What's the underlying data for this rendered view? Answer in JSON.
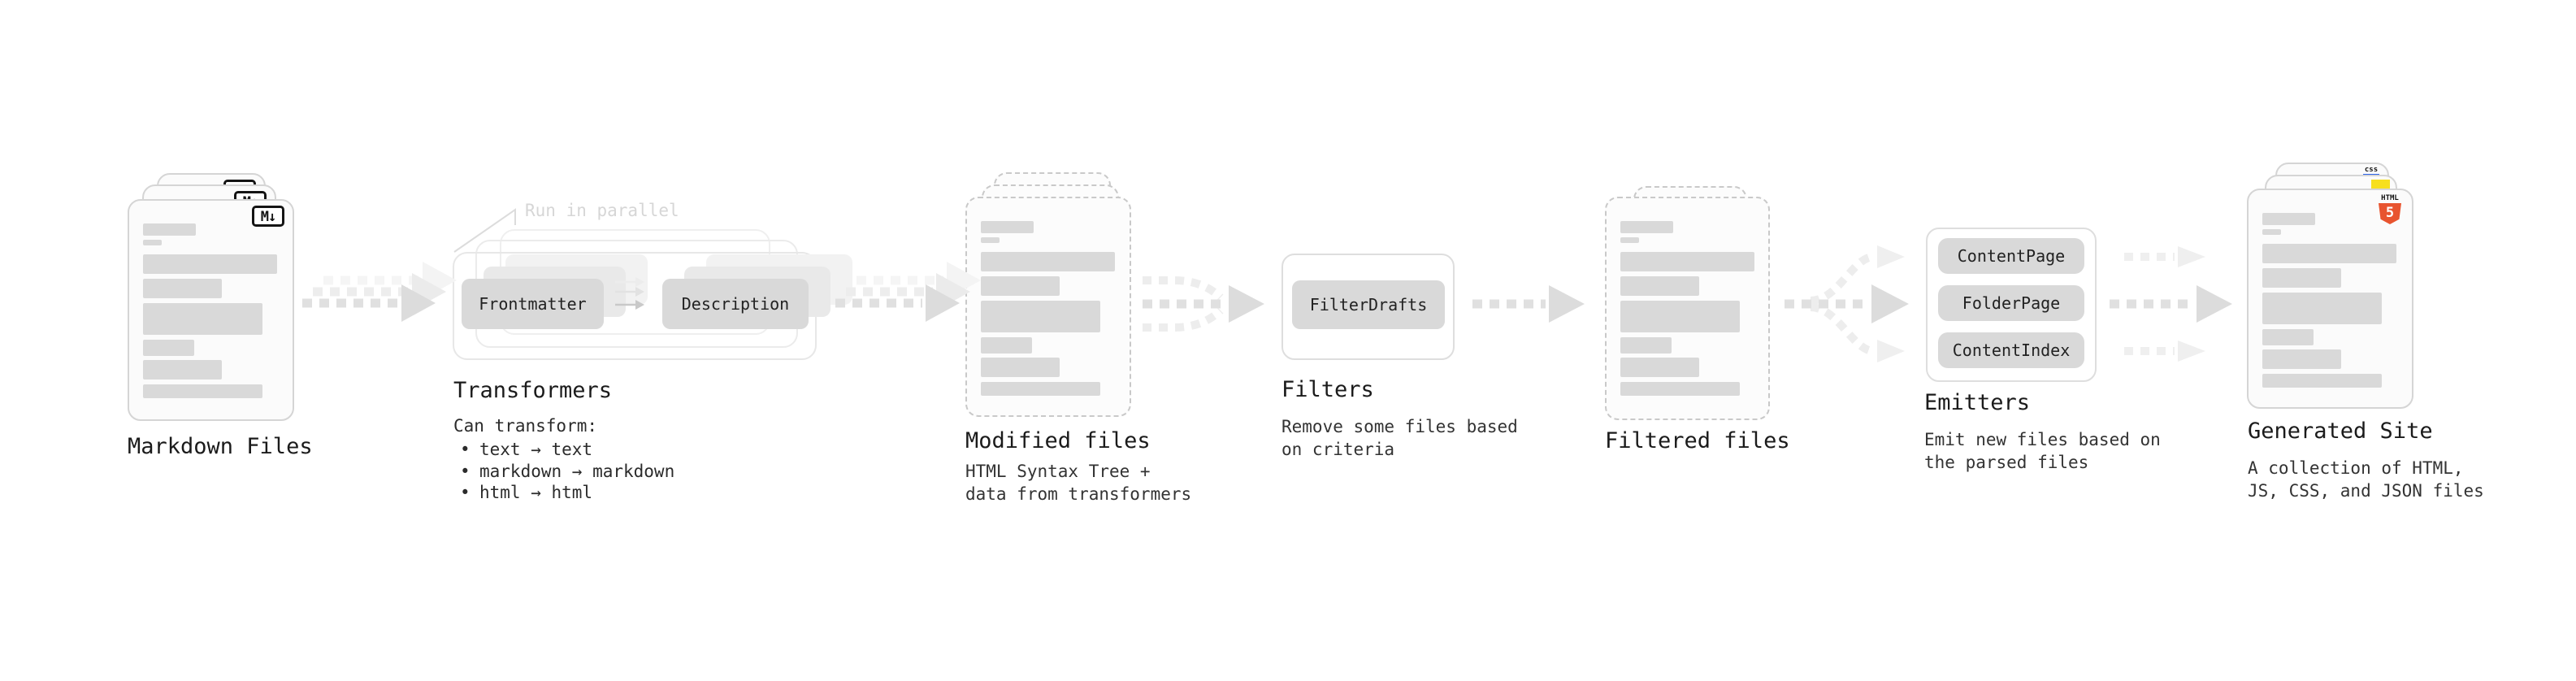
{
  "markdown_files": {
    "title": "Markdown Files",
    "icon_label": "M↓"
  },
  "transformers": {
    "title": "Transformers",
    "annotation": "Run in parallel",
    "frontmatter_box": "Frontmatter",
    "description_box": "Description",
    "note_heading": "Can transform:",
    "bullet_char": "•",
    "bullets": [
      "text → text",
      "markdown → markdown",
      "html → html"
    ]
  },
  "modified_files": {
    "title": "Modified files",
    "description": "HTML Syntax Tree +\ndata from transformers"
  },
  "filters": {
    "title": "Filters",
    "filter_box": "FilterDrafts",
    "description": "Remove some files based\non criteria"
  },
  "filtered_files": {
    "title": "Filtered files"
  },
  "emitters": {
    "title": "Emitters",
    "boxes": [
      "ContentPage",
      "FolderPage",
      "ContentIndex"
    ],
    "description": "Emit new files based on\nthe parsed files"
  },
  "generated_site": {
    "title": "Generated Site",
    "description": "A collection of HTML,\nJS, CSS, and JSON files",
    "css_icon_label": "css",
    "html_icon_label": "HTML",
    "html_icon_number": "5"
  },
  "colors": {
    "accent_orange": "#e8542f",
    "accent_yellow": "#f7df1e",
    "accent_blue": "#2d63e8"
  }
}
